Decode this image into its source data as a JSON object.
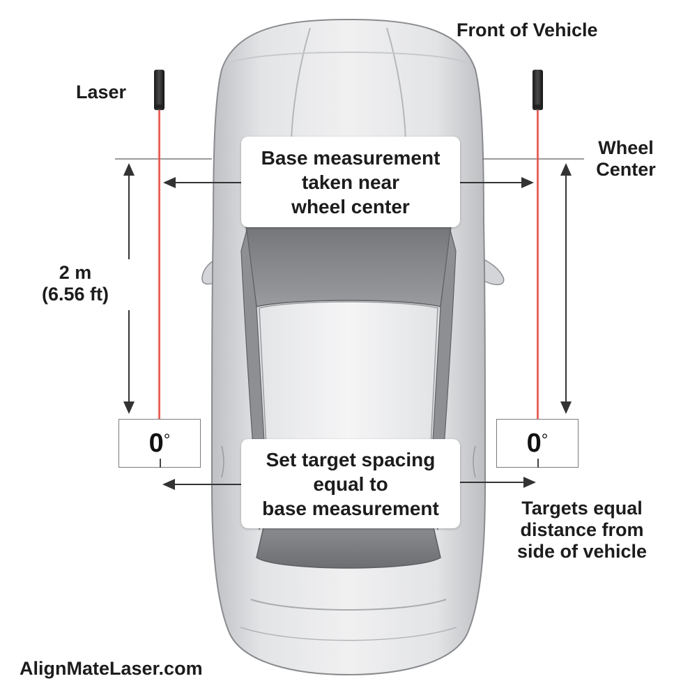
{
  "labels": {
    "front": "Front of Vehicle",
    "laser": "Laser",
    "wheel_center": [
      "Wheel",
      "Center"
    ],
    "distance": [
      "2 m",
      "(6.56 ft)"
    ],
    "targets_note": [
      "Targets equal",
      "distance from",
      "side of vehicle"
    ],
    "brand": "AlignMateLaser.com"
  },
  "callouts": {
    "base": [
      "Base measurement",
      "taken near",
      "wheel center"
    ],
    "spacing": [
      "Set target spacing",
      "equal to",
      "base measurement"
    ]
  },
  "targets": {
    "left": {
      "reading": "0",
      "unit": "°"
    },
    "right": {
      "reading": "0",
      "unit": "°"
    }
  },
  "colors": {
    "laser_beam": "#e8473f",
    "car_body": "#d9dadc",
    "text": "#1c1c1c"
  }
}
